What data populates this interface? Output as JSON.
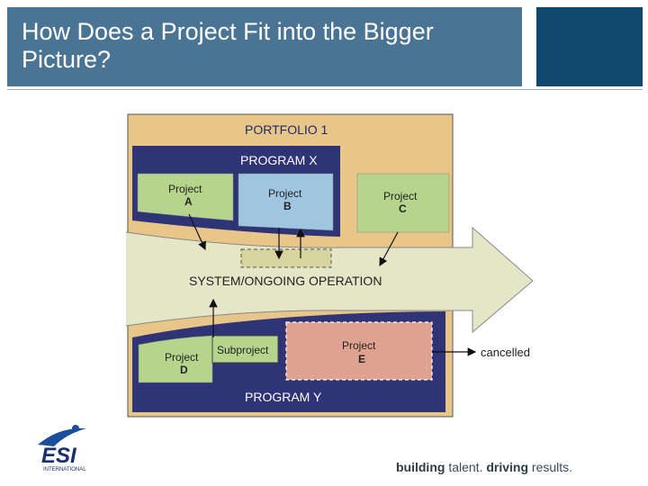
{
  "slide": {
    "title_line1": "How Does a Project Fit into the Bigger",
    "title_line2": "Picture?",
    "colors": {
      "title_bg": "#4a7494",
      "accent": "#0f4a6e"
    }
  },
  "diagram": {
    "portfolio_label": "PORTFOLIO 1",
    "program_x_label": "PROGRAM X",
    "program_y_label": "PROGRAM Y",
    "operation_label": "SYSTEM/ONGOING OPERATION",
    "project_word": "Project",
    "project_a": "A",
    "project_b": "B",
    "project_c": "C",
    "project_d": "D",
    "project_e": "E",
    "subproject_label": "Subproject",
    "cancelled_label": "cancelled",
    "colors": {
      "portfolio": "#e8c588",
      "program": "#2e3476",
      "green_project": "#b6d48b",
      "blue_project": "#9fc5e0",
      "red_project": "#e0a290",
      "arrow": "#e5e6c8"
    }
  },
  "footer": {
    "logo_text": "ESI",
    "logo_sub": "INTERNATIONAL",
    "tag_strong1": "building",
    "tag_light1": " talent. ",
    "tag_strong2": "driving",
    "tag_light2": " results."
  }
}
